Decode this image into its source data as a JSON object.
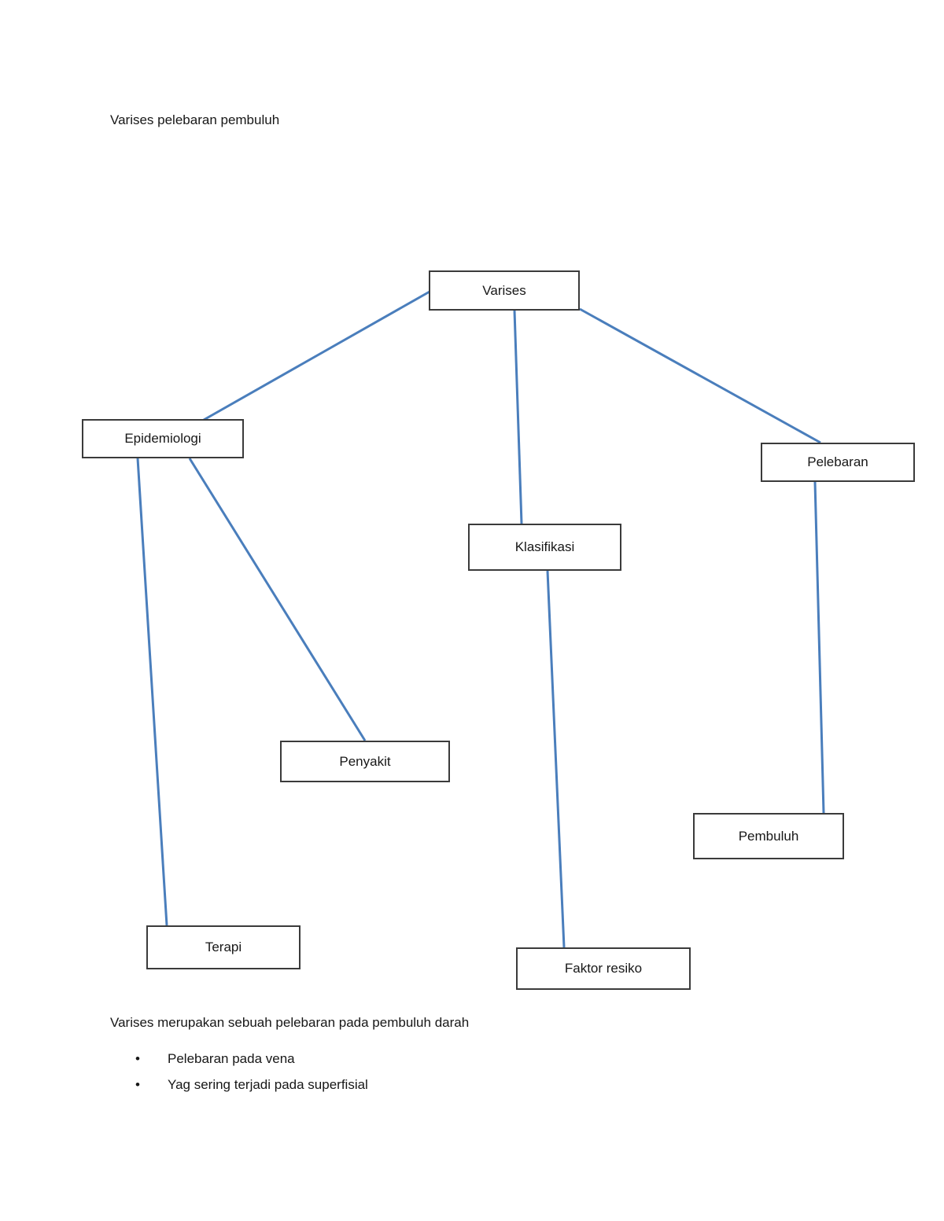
{
  "page": {
    "title": "Varises pelebaran pembuluh"
  },
  "diagram": {
    "line_color": "#4a7ebc",
    "box_border_color": "#3b3b3b",
    "nodes": [
      {
        "id": "varises",
        "label": "Varises"
      },
      {
        "id": "epidemiologi",
        "label": "Epidemiologi"
      },
      {
        "id": "pelebaran",
        "label": "Pelebaran"
      },
      {
        "id": "klasifikasi",
        "label": "Klasifikasi"
      },
      {
        "id": "penyakit",
        "label": "Penyakit"
      },
      {
        "id": "pembuluh",
        "label": "Pembuluh"
      },
      {
        "id": "terapi",
        "label": "Terapi"
      },
      {
        "id": "faktor-resiko",
        "label": "Faktor resiko"
      }
    ],
    "edges": [
      {
        "from": "Varises",
        "to": "Epidemiologi"
      },
      {
        "from": "Varises",
        "to": "Klasifikasi"
      },
      {
        "from": "Varises",
        "to": "Pelebaran"
      },
      {
        "from": "Epidemiologi",
        "to": "Terapi"
      },
      {
        "from": "Epidemiologi",
        "to": "Penyakit"
      },
      {
        "from": "Klasifikasi",
        "to": "Faktor resiko"
      },
      {
        "from": "Pelebaran",
        "to": "Pembuluh"
      }
    ]
  },
  "body": {
    "paragraph": "Varises merupakan sebuah pelebaran pada pembuluh darah",
    "bullet_char": "•",
    "bullets": [
      "Pelebaran pada vena",
      "Yag sering terjadi pada superfisial"
    ]
  }
}
